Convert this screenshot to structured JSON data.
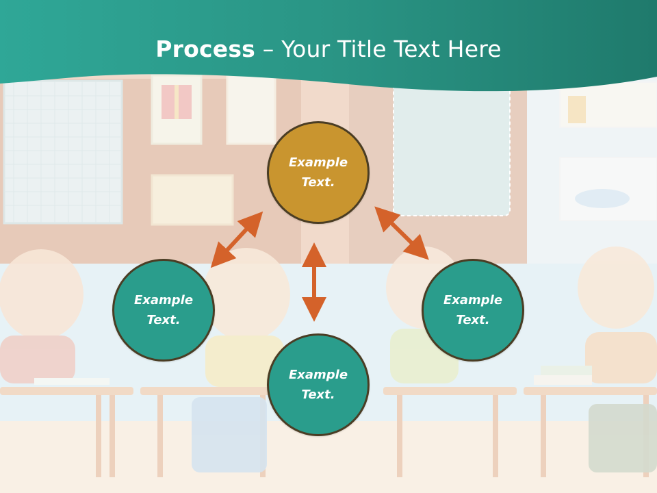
{
  "slide": {
    "title_bold": "Process",
    "title_rest": " – Your Title Text Here"
  },
  "colors": {
    "header_teal": "#2a9d8c",
    "header_teal_dark": "#1d7467",
    "node_gold": "#c9952f",
    "node_teal": "#2a9d8c",
    "node_border": "#4a3d24",
    "arrow_orange": "#d4622a"
  },
  "nodes": [
    {
      "id": "top",
      "label": "Example Text.",
      "color": "gold"
    },
    {
      "id": "left",
      "label": "Example Text.",
      "color": "teal"
    },
    {
      "id": "bottom",
      "label": "Example Text.",
      "color": "teal"
    },
    {
      "id": "right",
      "label": "Example Text.",
      "color": "teal"
    }
  ],
  "connections": [
    {
      "from": "top",
      "to": "left",
      "style": "double-arrow"
    },
    {
      "from": "top",
      "to": "bottom",
      "style": "double-arrow"
    },
    {
      "from": "top",
      "to": "right",
      "style": "double-arrow"
    }
  ],
  "background": {
    "description_icon": "classroom-illustration"
  }
}
